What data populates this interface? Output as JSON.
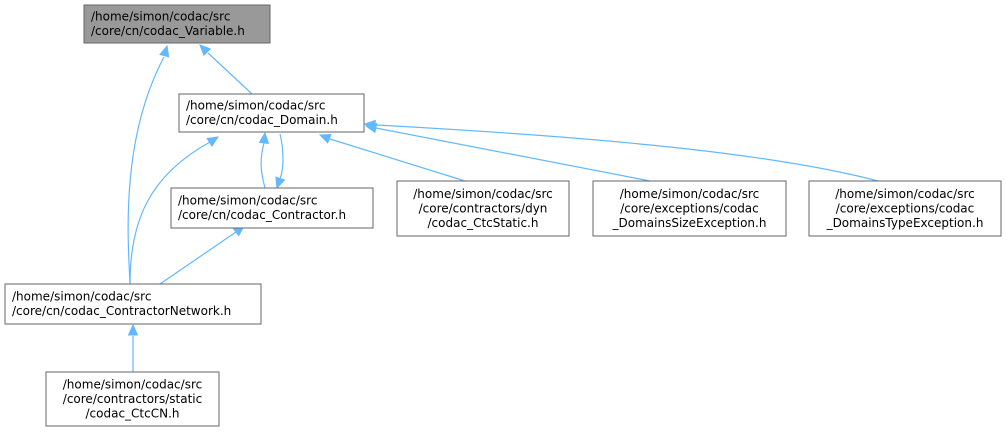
{
  "graph": {
    "nodes": [
      {
        "id": "variable",
        "lines": [
          "/home/simon/codac/src",
          "/core/cn/codac_Variable.h"
        ],
        "highlight": true
      },
      {
        "id": "domain",
        "lines": [
          "/home/simon/codac/src",
          "/core/cn/codac_Domain.h"
        ],
        "highlight": false
      },
      {
        "id": "contractor",
        "lines": [
          "/home/simon/codac/src",
          "/core/cn/codac_Contractor.h"
        ],
        "highlight": false
      },
      {
        "id": "ctcstatic",
        "lines": [
          "/home/simon/codac/src",
          "/core/contractors/dyn",
          "/codac_CtcStatic.h"
        ],
        "highlight": false
      },
      {
        "id": "sizeexc",
        "lines": [
          "/home/simon/codac/src",
          "/core/exceptions/codac",
          "_DomainsSizeException.h"
        ],
        "highlight": false
      },
      {
        "id": "typeexc",
        "lines": [
          "/home/simon/codac/src",
          "/core/exceptions/codac",
          "_DomainsTypeException.h"
        ],
        "highlight": false
      },
      {
        "id": "network",
        "lines": [
          "/home/simon/codac/src",
          "/core/cn/codac_ContractorNetwork.h"
        ],
        "highlight": false
      },
      {
        "id": "ctccn",
        "lines": [
          "/home/simon/codac/src",
          "/core/contractors/static",
          "/codac_CtcCN.h"
        ],
        "highlight": false
      }
    ],
    "edges": [
      {
        "from": "domain",
        "to": "variable"
      },
      {
        "from": "network",
        "to": "variable"
      },
      {
        "from": "contractor",
        "to": "domain"
      },
      {
        "from": "domain",
        "to": "contractor"
      },
      {
        "from": "network",
        "to": "domain"
      },
      {
        "from": "ctcstatic",
        "to": "domain"
      },
      {
        "from": "sizeexc",
        "to": "domain"
      },
      {
        "from": "typeexc",
        "to": "domain"
      },
      {
        "from": "network",
        "to": "contractor"
      },
      {
        "from": "ctccn",
        "to": "network"
      }
    ],
    "colors": {
      "edge": "#63b8ff",
      "node_border": "#666666",
      "highlight_fill": "#999999",
      "node_fill": "#ffffff",
      "text": "#000000"
    }
  }
}
